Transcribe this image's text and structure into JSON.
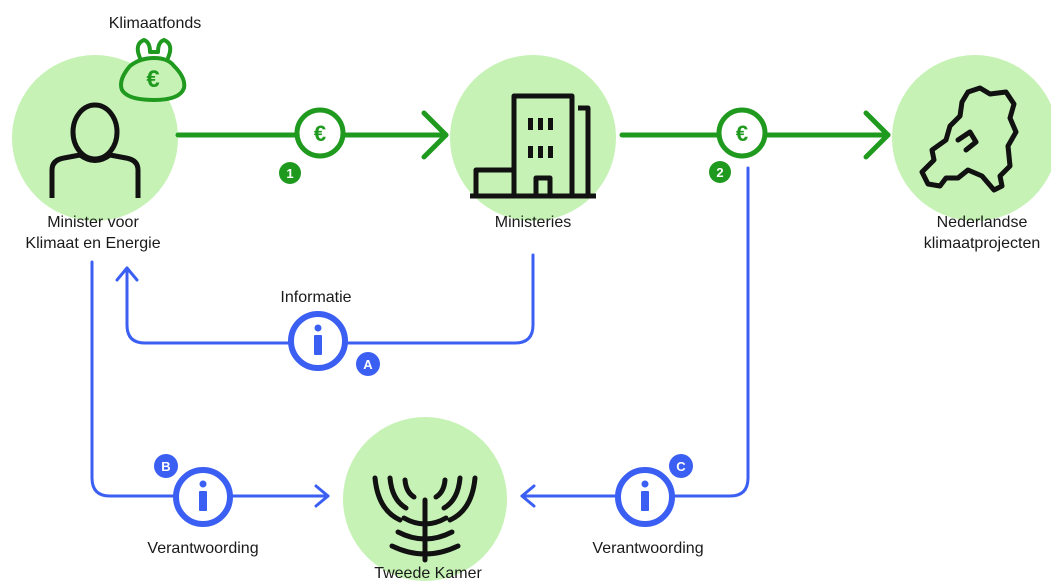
{
  "nodes": {
    "fund_label": "Klimaatfonds",
    "minister_line1": "Minister voor",
    "minister_line2": "Klimaat en Energie",
    "ministries": "Ministeries",
    "projects_line1": "Nederlandse",
    "projects_line2": "klimaatprojecten",
    "parliament": "Tweede Kamer"
  },
  "flows": {
    "money_step1_badge": "1",
    "money_step2_badge": "2",
    "money_icon": "euro-icon",
    "info_label": "Informatie",
    "info_badge": "A",
    "accountability_left_label": "Verantwoording",
    "accountability_left_badge": "B",
    "accountability_right_label": "Verantwoording",
    "accountability_right_badge": "C",
    "info_icon": "info-icon"
  },
  "colors": {
    "money_flow": "#1f9a1f",
    "info_flow": "#3b5ff2",
    "node_circle": "#c6f2b5",
    "icon_stroke": "#111111"
  }
}
